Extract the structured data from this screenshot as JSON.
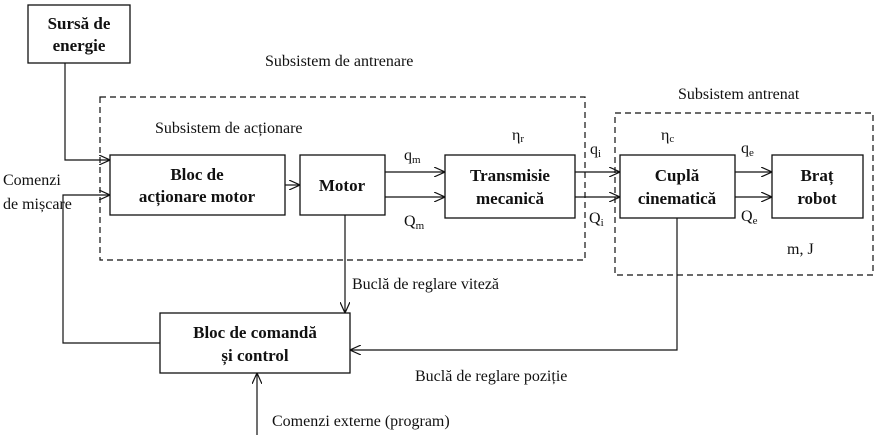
{
  "blocks": {
    "energy": [
      "Sursă de",
      "energie"
    ],
    "actuation_block": [
      "Bloc de",
      "acționare motor"
    ],
    "motor": "Motor",
    "transmission": [
      "Transmisie",
      "mecanică"
    ],
    "coupling": [
      "Cuplă",
      "cinematică"
    ],
    "arm": [
      "Braț",
      "robot"
    ],
    "control": [
      "Bloc de comandă",
      "și control"
    ]
  },
  "labels": {
    "drive_subsystem": "Subsistem de antrenare",
    "actuation_subsystem": "Subsistem de acționare",
    "driven_subsystem": "Subsistem antrenat",
    "motion_commands": [
      "Comenzi",
      "de mișcare"
    ],
    "speed_loop": "Buclă de reglare viteză",
    "position_loop": "Buclă de reglare poziție",
    "external_commands": "Comenzi externe (program)",
    "mass_inertia": "m, J"
  },
  "symbols": {
    "qm": [
      "q",
      "m"
    ],
    "Qm": [
      "Q",
      "m"
    ],
    "eta_r": [
      "η",
      "r"
    ],
    "qi": [
      "q",
      "i"
    ],
    "Qi": [
      "Q",
      "i"
    ],
    "eta_c": [
      "η",
      "c"
    ],
    "qe": [
      "q",
      "e"
    ],
    "Qe": [
      "Q",
      "e"
    ]
  }
}
